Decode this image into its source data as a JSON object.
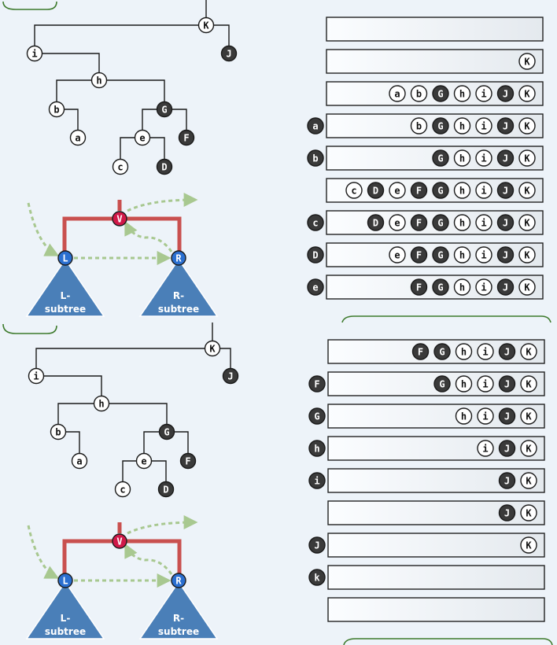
{
  "panels": [
    {
      "tree": {
        "nodes": [
          {
            "id": "K",
            "label": "K",
            "dark": false
          },
          {
            "id": "i",
            "label": "i",
            "dark": false
          },
          {
            "id": "J",
            "label": "J",
            "dark": true
          },
          {
            "id": "h",
            "label": "h",
            "dark": false
          },
          {
            "id": "b",
            "label": "b",
            "dark": false
          },
          {
            "id": "a",
            "label": "a",
            "dark": false
          },
          {
            "id": "G",
            "label": "G",
            "dark": true
          },
          {
            "id": "e",
            "label": "e",
            "dark": false
          },
          {
            "id": "F",
            "label": "F",
            "dark": true
          },
          {
            "id": "c",
            "label": "c",
            "dark": false
          },
          {
            "id": "D",
            "label": "D",
            "dark": true
          }
        ]
      },
      "legend": {
        "v": "V",
        "l": "L",
        "r": "R",
        "l_line1": "L-",
        "l_line2": "subtree",
        "r_line1": "R-",
        "r_line2": "subtree"
      },
      "rows": [
        {
          "visited": null,
          "stack": []
        },
        {
          "visited": null,
          "stack": [
            {
              "l": "K",
              "d": false
            }
          ]
        },
        {
          "visited": null,
          "stack": [
            {
              "l": "a",
              "d": false
            },
            {
              "l": "b",
              "d": false
            },
            {
              "l": "G",
              "d": true
            },
            {
              "l": "h",
              "d": false
            },
            {
              "l": "i",
              "d": false
            },
            {
              "l": "J",
              "d": true
            },
            {
              "l": "K",
              "d": false
            }
          ]
        },
        {
          "visited": {
            "l": "a",
            "d": true
          },
          "stack": [
            {
              "l": "b",
              "d": false
            },
            {
              "l": "G",
              "d": true
            },
            {
              "l": "h",
              "d": false
            },
            {
              "l": "i",
              "d": false
            },
            {
              "l": "J",
              "d": true
            },
            {
              "l": "K",
              "d": false
            }
          ]
        },
        {
          "visited": {
            "l": "b",
            "d": true
          },
          "stack": [
            {
              "l": "G",
              "d": true
            },
            {
              "l": "h",
              "d": false
            },
            {
              "l": "i",
              "d": false
            },
            {
              "l": "J",
              "d": true
            },
            {
              "l": "K",
              "d": false
            }
          ]
        },
        {
          "visited": null,
          "stack": [
            {
              "l": "c",
              "d": false
            },
            {
              "l": "D",
              "d": true
            },
            {
              "l": "e",
              "d": false
            },
            {
              "l": "F",
              "d": true
            },
            {
              "l": "G",
              "d": true
            },
            {
              "l": "h",
              "d": false
            },
            {
              "l": "i",
              "d": false
            },
            {
              "l": "J",
              "d": true
            },
            {
              "l": "K",
              "d": false
            }
          ]
        },
        {
          "visited": {
            "l": "c",
            "d": true
          },
          "stack": [
            {
              "l": "D",
              "d": true
            },
            {
              "l": "e",
              "d": false
            },
            {
              "l": "F",
              "d": true
            },
            {
              "l": "G",
              "d": true
            },
            {
              "l": "h",
              "d": false
            },
            {
              "l": "i",
              "d": false
            },
            {
              "l": "J",
              "d": true
            },
            {
              "l": "K",
              "d": false
            }
          ]
        },
        {
          "visited": {
            "l": "D",
            "d": true
          },
          "stack": [
            {
              "l": "e",
              "d": false
            },
            {
              "l": "F",
              "d": true
            },
            {
              "l": "G",
              "d": true
            },
            {
              "l": "h",
              "d": false
            },
            {
              "l": "i",
              "d": false
            },
            {
              "l": "J",
              "d": true
            },
            {
              "l": "K",
              "d": false
            }
          ]
        },
        {
          "visited": {
            "l": "e",
            "d": true
          },
          "stack": [
            {
              "l": "F",
              "d": true
            },
            {
              "l": "G",
              "d": true
            },
            {
              "l": "h",
              "d": false
            },
            {
              "l": "i",
              "d": false
            },
            {
              "l": "J",
              "d": true
            },
            {
              "l": "K",
              "d": false
            }
          ]
        }
      ]
    },
    {
      "tree": {
        "nodes": [
          {
            "id": "K",
            "label": "K",
            "dark": false
          },
          {
            "id": "i",
            "label": "i",
            "dark": false
          },
          {
            "id": "J",
            "label": "J",
            "dark": true
          },
          {
            "id": "h",
            "label": "h",
            "dark": false
          },
          {
            "id": "b",
            "label": "b",
            "dark": false
          },
          {
            "id": "a",
            "label": "a",
            "dark": false
          },
          {
            "id": "G",
            "label": "G",
            "dark": true
          },
          {
            "id": "e",
            "label": "e",
            "dark": false
          },
          {
            "id": "F",
            "label": "F",
            "dark": true
          },
          {
            "id": "c",
            "label": "c",
            "dark": false
          },
          {
            "id": "D",
            "label": "D",
            "dark": true
          }
        ]
      },
      "legend": {
        "v": "V",
        "l": "L",
        "r": "R",
        "l_line1": "L-",
        "l_line2": "subtree",
        "r_line1": "R-",
        "r_line2": "subtree"
      },
      "rows": [
        {
          "visited": null,
          "stack": [
            {
              "l": "F",
              "d": true
            },
            {
              "l": "G",
              "d": true
            },
            {
              "l": "h",
              "d": false
            },
            {
              "l": "i",
              "d": false
            },
            {
              "l": "J",
              "d": true
            },
            {
              "l": "K",
              "d": false
            }
          ]
        },
        {
          "visited": {
            "l": "F",
            "d": true
          },
          "stack": [
            {
              "l": "G",
              "d": true
            },
            {
              "l": "h",
              "d": false
            },
            {
              "l": "i",
              "d": false
            },
            {
              "l": "J",
              "d": true
            },
            {
              "l": "K",
              "d": false
            }
          ]
        },
        {
          "visited": {
            "l": "G",
            "d": true
          },
          "stack": [
            {
              "l": "h",
              "d": false
            },
            {
              "l": "i",
              "d": false
            },
            {
              "l": "J",
              "d": true
            },
            {
              "l": "K",
              "d": false
            }
          ]
        },
        {
          "visited": {
            "l": "h",
            "d": true
          },
          "stack": [
            {
              "l": "i",
              "d": false
            },
            {
              "l": "J",
              "d": true
            },
            {
              "l": "K",
              "d": false
            }
          ]
        },
        {
          "visited": {
            "l": "i",
            "d": true
          },
          "stack": [
            {
              "l": "J",
              "d": true
            },
            {
              "l": "K",
              "d": false
            }
          ]
        },
        {
          "visited": null,
          "stack": [
            {
              "l": "J",
              "d": true
            },
            {
              "l": "K",
              "d": false
            }
          ]
        },
        {
          "visited": {
            "l": "J",
            "d": true
          },
          "stack": [
            {
              "l": "K",
              "d": false
            }
          ]
        },
        {
          "visited": {
            "l": "k",
            "d": true
          },
          "stack": []
        },
        {
          "visited": null,
          "stack": []
        }
      ]
    }
  ],
  "colors": {
    "tree_line": "#1a1a1a",
    "legend_red": "#c9504f",
    "legend_green": "#a8c890",
    "triangle": "#4a7fb8",
    "v_node": "#d01848",
    "lr_node": "#2a6fd0",
    "dark_node": "#3a3a3a",
    "light_node": "#ffffff"
  }
}
